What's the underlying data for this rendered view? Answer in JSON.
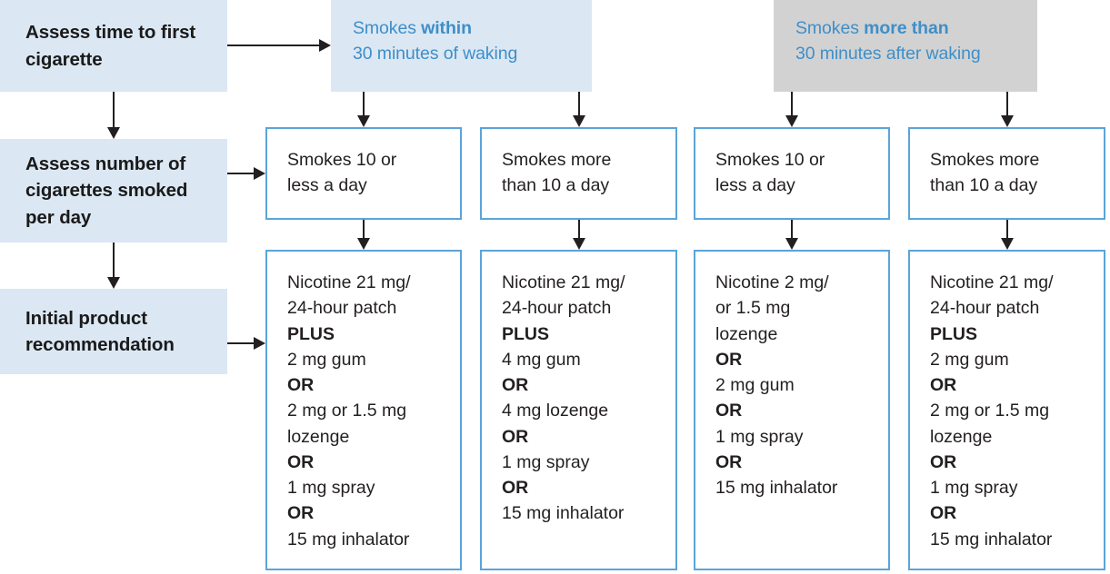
{
  "diagram": {
    "title": "Nicotine replacement therapy initial product recommendation flowchart",
    "colors": {
      "stage_box_bg": "#dbe7f3",
      "banner_blue_bg": "#dbe7f3",
      "banner_gray_bg": "#d2d2d2",
      "accent_blue_text": "#3e8fc9",
      "card_border": "#5ba4d9",
      "body_text": "#231f20",
      "connector": "#231f20"
    }
  },
  "stages": [
    {
      "id": "assess-time",
      "label": "Assess time to first cigarette"
    },
    {
      "id": "assess-number",
      "label": "Assess number of cigarettes smoked per day"
    },
    {
      "id": "initial-product",
      "label": "Initial product recommendation"
    }
  ],
  "banners": [
    {
      "id": "smokes-within-30",
      "bold_lead": "Smokes ",
      "bold_emphasis": "within",
      "second_line": "30 minutes of waking",
      "background": "#dbe7f3"
    },
    {
      "id": "smokes-more-than-30",
      "bold_lead": "Smokes ",
      "bold_emphasis": "more than",
      "second_line": "30 minutes after waking",
      "background": "#d2d2d2"
    }
  ],
  "columns": [
    {
      "id": "col-1",
      "frequency_lines": [
        "Smokes 10 or",
        "less a day"
      ],
      "product_lines": [
        {
          "text": "Nicotine 21 mg/",
          "bold": false
        },
        {
          "text": "24-hour patch",
          "bold": false
        },
        {
          "text": "PLUS",
          "bold": true
        },
        {
          "text": "2 mg gum",
          "bold": false
        },
        {
          "text": "OR",
          "bold": true
        },
        {
          "text": "2 mg or 1.5 mg",
          "bold": false
        },
        {
          "text": "lozenge",
          "bold": false
        },
        {
          "text": "OR",
          "bold": true
        },
        {
          "text": "1 mg spray",
          "bold": false
        },
        {
          "text": "OR",
          "bold": true
        },
        {
          "text": "15 mg inhalator",
          "bold": false
        }
      ]
    },
    {
      "id": "col-2",
      "frequency_lines": [
        "Smokes more",
        "than 10 a day"
      ],
      "product_lines": [
        {
          "text": "Nicotine 21 mg/",
          "bold": false
        },
        {
          "text": "24-hour patch",
          "bold": false
        },
        {
          "text": "PLUS",
          "bold": true
        },
        {
          "text": "4 mg gum",
          "bold": false
        },
        {
          "text": "OR",
          "bold": true
        },
        {
          "text": "4 mg lozenge",
          "bold": false
        },
        {
          "text": "OR",
          "bold": true
        },
        {
          "text": "1 mg spray",
          "bold": false
        },
        {
          "text": "OR",
          "bold": true
        },
        {
          "text": "15 mg inhalator",
          "bold": false
        }
      ]
    },
    {
      "id": "col-3",
      "frequency_lines": [
        "Smokes 10 or",
        "less a day"
      ],
      "product_lines": [
        {
          "text": "Nicotine 2 mg/",
          "bold": false
        },
        {
          "text": "or 1.5 mg",
          "bold": false
        },
        {
          "text": "lozenge",
          "bold": false
        },
        {
          "text": "OR",
          "bold": true
        },
        {
          "text": "2 mg gum",
          "bold": false
        },
        {
          "text": "OR",
          "bold": true
        },
        {
          "text": "1 mg spray",
          "bold": false
        },
        {
          "text": "OR",
          "bold": true
        },
        {
          "text": "15 mg inhalator",
          "bold": false
        }
      ]
    },
    {
      "id": "col-4",
      "frequency_lines": [
        "Smokes more",
        "than 10 a day"
      ],
      "product_lines": [
        {
          "text": "Nicotine 21 mg/",
          "bold": false
        },
        {
          "text": "24-hour patch",
          "bold": false
        },
        {
          "text": "PLUS",
          "bold": true
        },
        {
          "text": "2 mg gum",
          "bold": false
        },
        {
          "text": "OR",
          "bold": true
        },
        {
          "text": "2 mg or 1.5 mg",
          "bold": false
        },
        {
          "text": "lozenge",
          "bold": false
        },
        {
          "text": "OR",
          "bold": true
        },
        {
          "text": "1 mg spray",
          "bold": false
        },
        {
          "text": "OR",
          "bold": true
        },
        {
          "text": "15 mg inhalator",
          "bold": false
        }
      ]
    }
  ]
}
